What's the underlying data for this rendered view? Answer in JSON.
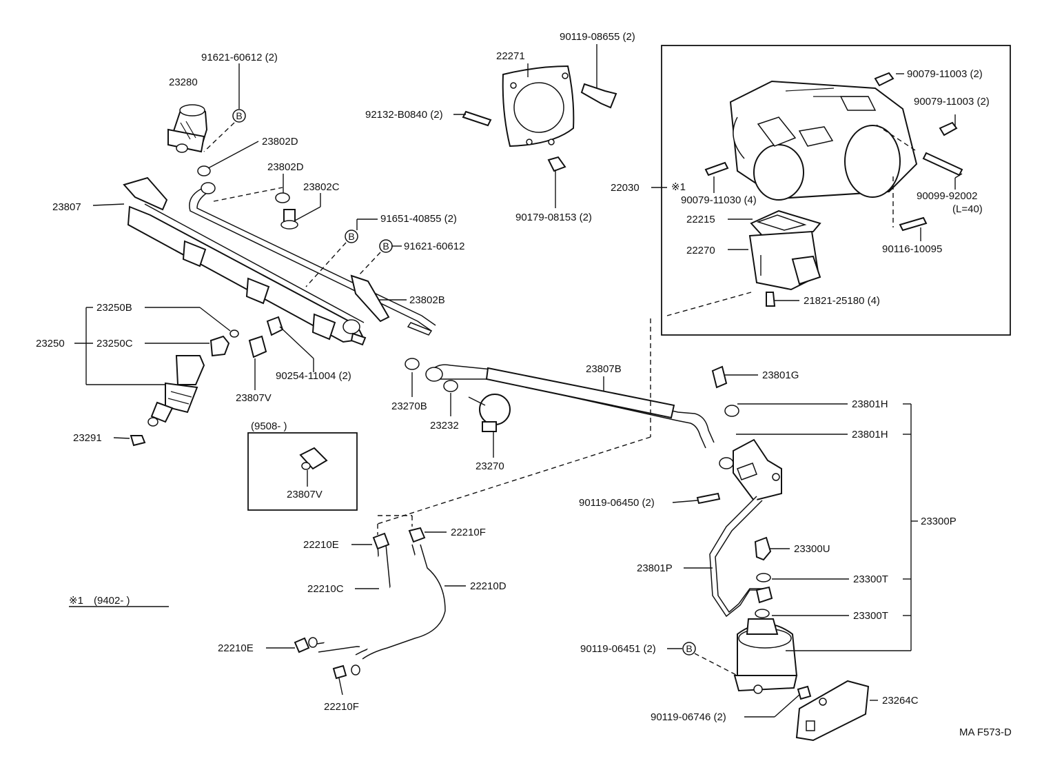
{
  "drawing_code": "MA F573-D",
  "notes": {
    "star1_label": "※1",
    "star1_range": "(9402-         )",
    "inset_range": "(9508-         )"
  },
  "mark_b": "B",
  "parts": {
    "p91621_60612_2": "91621-60612 (2)",
    "p23280": "23280",
    "p23802D_a": "23802D",
    "p23802D_b": "23802D",
    "p23802C": "23802C",
    "p23807": "23807",
    "p91651_40855_2": "91651-40855 (2)",
    "p91621_60612": "91621-60612",
    "p23802B": "23802B",
    "p23250B": "23250B",
    "p23250": "23250",
    "p23250C": "23250C",
    "p90254_11004_2": "90254-11004 (2)",
    "p23807V_a": "23807V",
    "p23291": "23291",
    "p23807V_b": "23807V",
    "p22271": "22271",
    "p90119_08655_2": "90119-08655 (2)",
    "p92132_B0840_2": "92132-B0840 (2)",
    "p90179_08153_2": "90179-08153 (2)",
    "p90079_11003_2a": "90079-11003 (2)",
    "p90079_11003_2b": "90079-11003 (2)",
    "p22030": "22030",
    "p90079_11030_4": "90079-11030 (4)",
    "p90099_92002": "90099-92002",
    "p_L40": "(L=40)",
    "p22215": "22215",
    "p22270": "22270",
    "p90116_10095": "90116-10095",
    "p21821_25180_4": "21821-25180 (4)",
    "p23807B": "23807B",
    "p23270B": "23270B",
    "p23232": "23232",
    "p23270": "23270",
    "p23801G": "23801G",
    "p23801H_a": "23801H",
    "p23801H_b": "23801H",
    "p90119_06450_2": "90119-06450 (2)",
    "p23300P": "23300P",
    "p23300U": "23300U",
    "p23801P": "23801P",
    "p23300T_a": "23300T",
    "p23300T_b": "23300T",
    "p90119_06451_2": "90119-06451 (2)",
    "p23264C": "23264C",
    "p90119_06746_2": "90119-06746 (2)",
    "p22210E_a": "22210E",
    "p22210F_a": "22210F",
    "p22210C": "22210C",
    "p22210D": "22210D",
    "p22210E_b": "22210E",
    "p22210F_b": "22210F"
  }
}
